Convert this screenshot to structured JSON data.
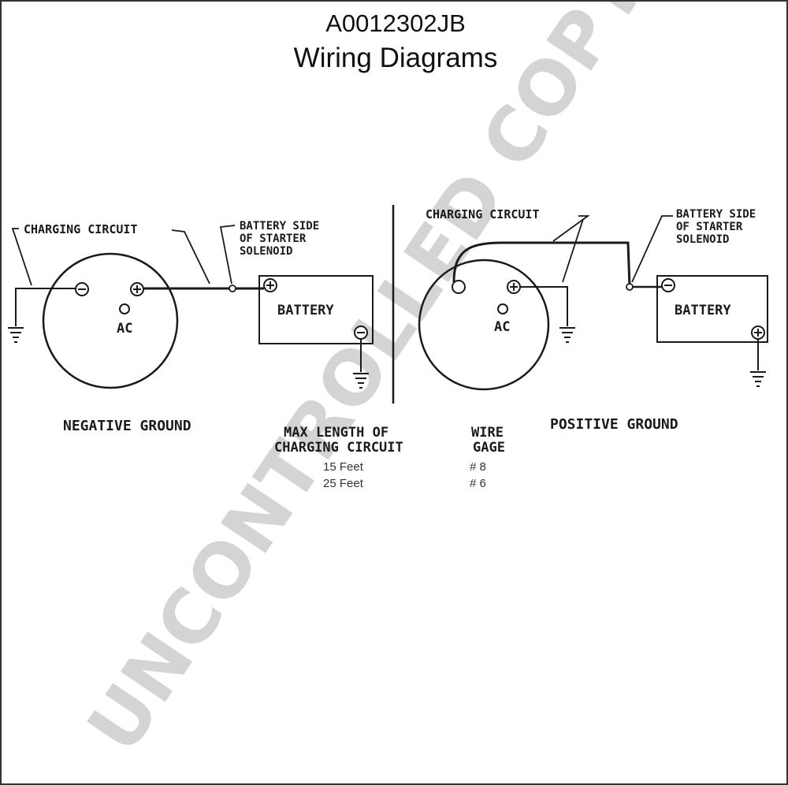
{
  "header": {
    "doc_id": "A0012302JB",
    "title": "Wiring Diagrams"
  },
  "negative_ground": {
    "charging_circuit_label": "CHARGING CIRCUIT",
    "solenoid_label_line1": "BATTERY SIDE",
    "solenoid_label_line2": "OF STARTER",
    "solenoid_label_line3": "SOLENOID",
    "minus_symbol": "−",
    "plus_symbol": "+",
    "ac_label": "AC",
    "battery_label": "BATTERY",
    "caption": "NEGATIVE GROUND"
  },
  "positive_ground": {
    "charging_circuit_label": "CHARGING CIRCUIT",
    "solenoid_label_line1": "BATTERY SIDE",
    "solenoid_label_line2": "OF STARTER",
    "solenoid_label_line3": "SOLENOID",
    "minus_symbol": "−",
    "plus_symbol": "+",
    "ac_label": "AC",
    "battery_label": "BATTERY",
    "caption": "POSITIVE GROUND"
  },
  "wire_table": {
    "col1_header_line1": "MAX LENGTH OF",
    "col1_header_line2": "CHARGING CIRCUIT",
    "col2_header_line1": "WIRE",
    "col2_header_line2": "GAGE",
    "rows": [
      {
        "length": "15 Feet",
        "gage": "# 8"
      },
      {
        "length": "25 Feet",
        "gage": "# 6"
      }
    ]
  },
  "watermark": "UNCONTROLLED COPY",
  "colors": {
    "line": "#1a1a1a",
    "watermark": "#d4d4d4"
  }
}
